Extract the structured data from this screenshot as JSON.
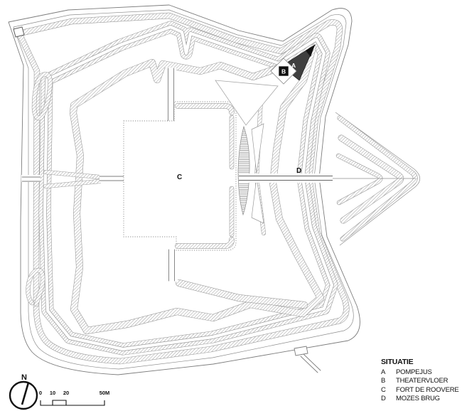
{
  "map": {
    "markers": {
      "a": "A",
      "b": "B",
      "c": "C",
      "d": "D"
    }
  },
  "compass": {
    "north": "N"
  },
  "scale_bar": {
    "t0": "0",
    "t10": "10",
    "t20": "20",
    "t50": "50M"
  },
  "legend": {
    "title": "SITUATIE",
    "items": [
      {
        "key": "A",
        "label": "POMPEJUS"
      },
      {
        "key": "B",
        "label": "THEATERVLOER"
      },
      {
        "key": "C",
        "label": "FORT DE ROOVERE"
      },
      {
        "key": "D",
        "label": "MOZES BRUG"
      }
    ]
  },
  "colors": {
    "ink": "#1a1a1a",
    "band_edge": "#9a9a9a",
    "hatch": "#7a7a7a",
    "tower_fill": "#3f3f3f",
    "tower_tip": "#141414",
    "marker_square": "#101010"
  }
}
